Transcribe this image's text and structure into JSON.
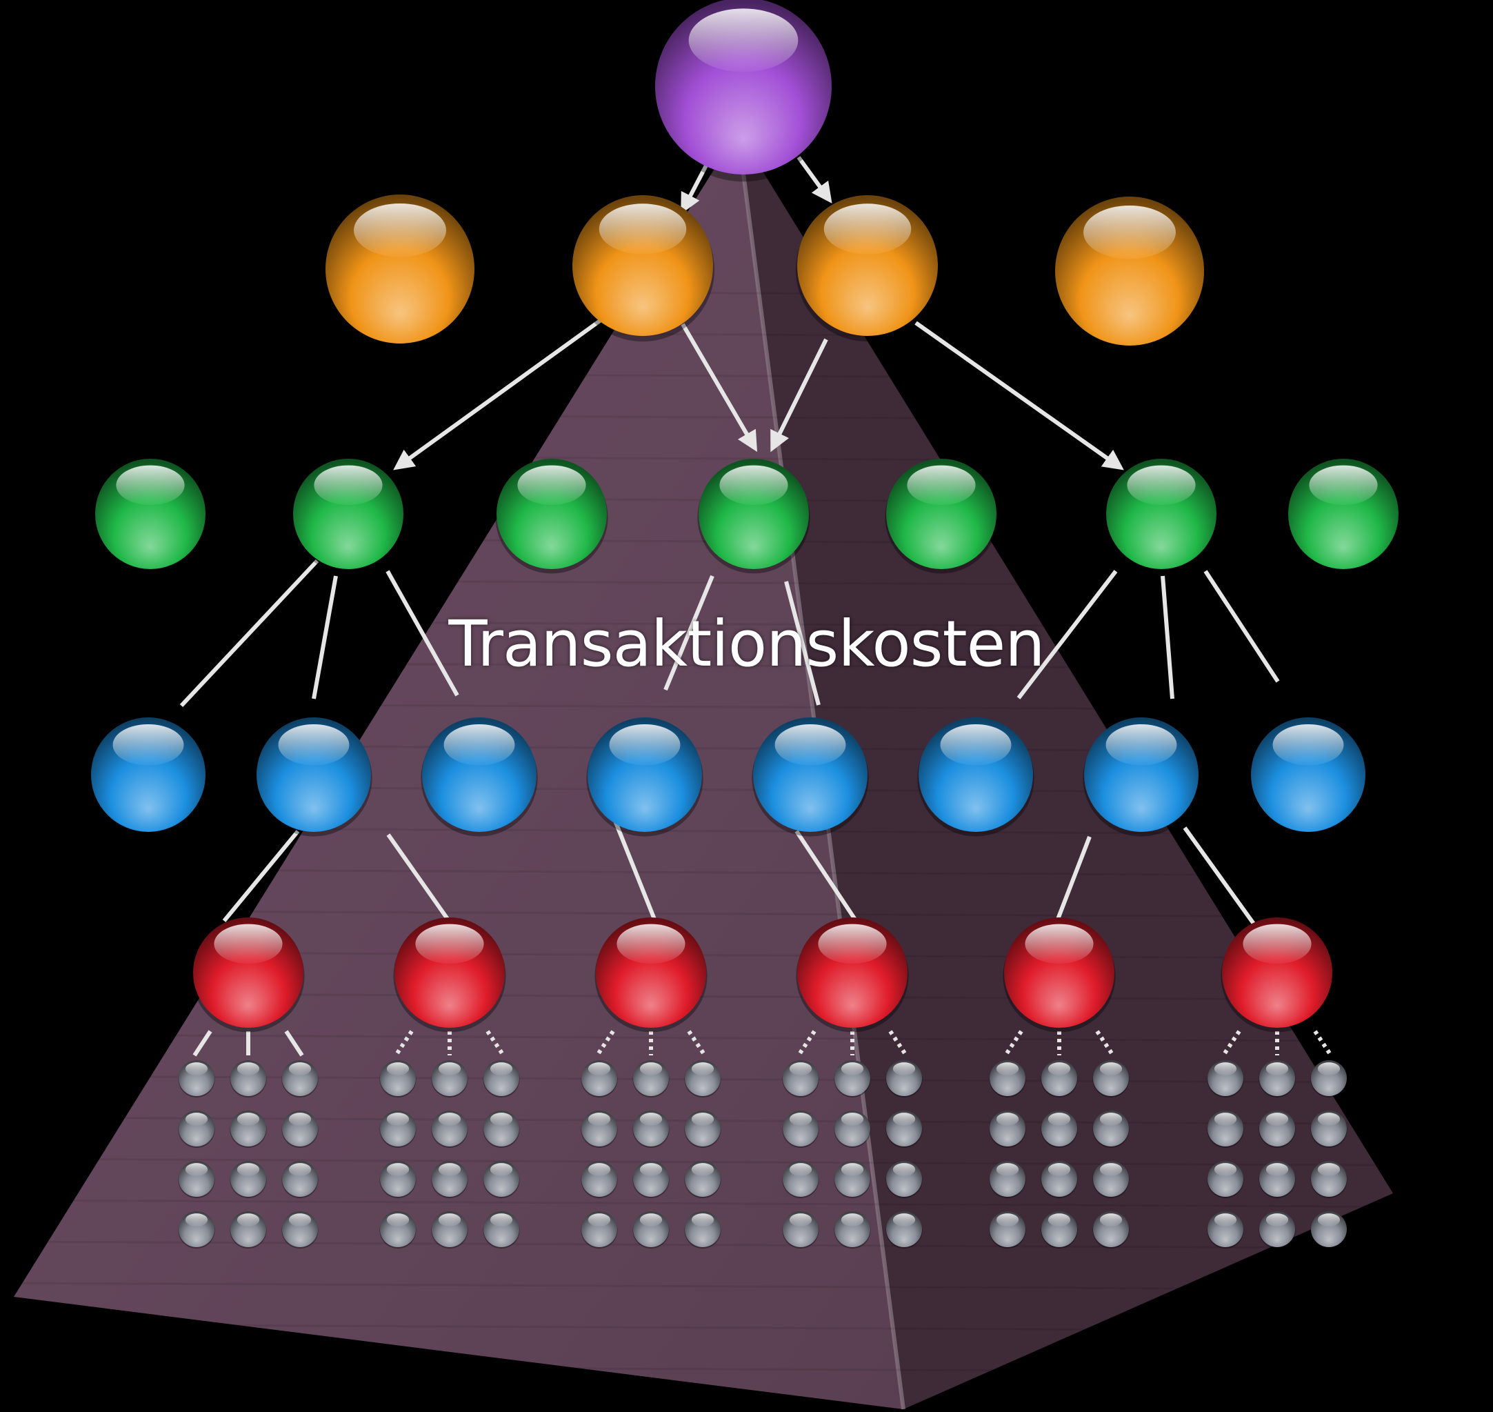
{
  "caption": "Transaktionskosten",
  "colors": {
    "background": "#000000",
    "pyramid_left": "#5a3f52",
    "pyramid_right": "#3f2a38",
    "connector": "#e6e6e6",
    "purple": "#a24fd6",
    "orange": "#f09418",
    "green": "#20b848",
    "blue": "#1c8fe0",
    "red": "#e01c2a",
    "gray": "#8a8f9a"
  },
  "hierarchy": {
    "levels": [
      {
        "name": "top",
        "color": "purple",
        "count": 1
      },
      {
        "name": "level-2",
        "color": "orange",
        "count": 4
      },
      {
        "name": "level-3",
        "color": "green",
        "count": 7
      },
      {
        "name": "level-4",
        "color": "blue",
        "count": 8
      },
      {
        "name": "level-5",
        "color": "red",
        "count": 6
      },
      {
        "name": "base",
        "color": "gray",
        "groups": 6,
        "per_group": 12
      }
    ]
  }
}
